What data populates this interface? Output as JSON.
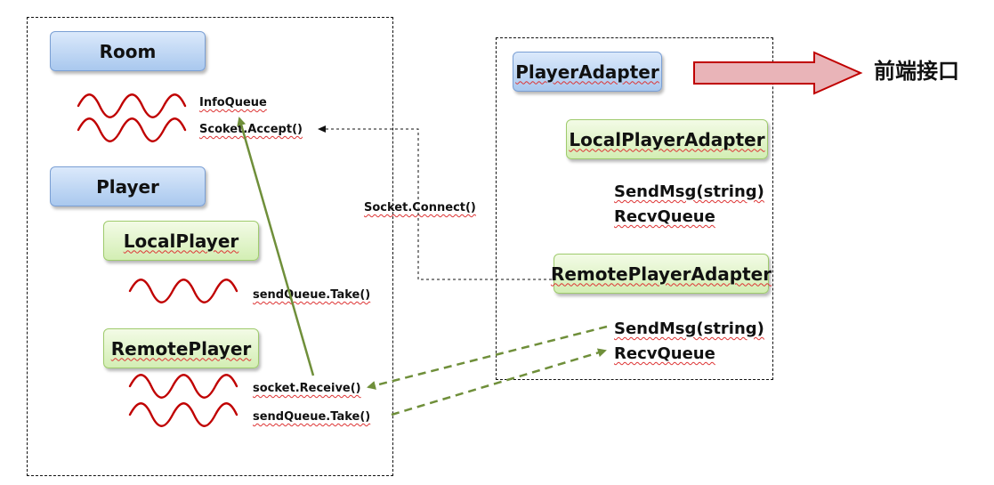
{
  "left_group": {
    "room": "Room",
    "room_items": [
      "InfoQueue",
      "Scoket.Accept()"
    ],
    "player": "Player",
    "local_player": "LocalPlayer",
    "local_item": "sendQueue.Take()",
    "remote_player": "RemotePlayer",
    "remote_items": [
      "socket.Receive()",
      "sendQueue.Take()"
    ]
  },
  "connector": {
    "label": "Socket.Connect()"
  },
  "right_group": {
    "player_adapter": "PlayerAdapter",
    "local_player_adapter": "LocalPlayerAdapter",
    "local_items": [
      "SendMsg(string)",
      "RecvQueue"
    ],
    "remote_player_adapter": "RemotePlayerAdapter",
    "remote_items": [
      "SendMsg(string)",
      "RecvQueue"
    ]
  },
  "frontend": {
    "label": "前端接口"
  },
  "colors": {
    "wave": "#c00000",
    "accept_arrow": "#6f8f3a",
    "data_arrow": "#6f8f3a",
    "frontend_arrow": "#c00000"
  }
}
